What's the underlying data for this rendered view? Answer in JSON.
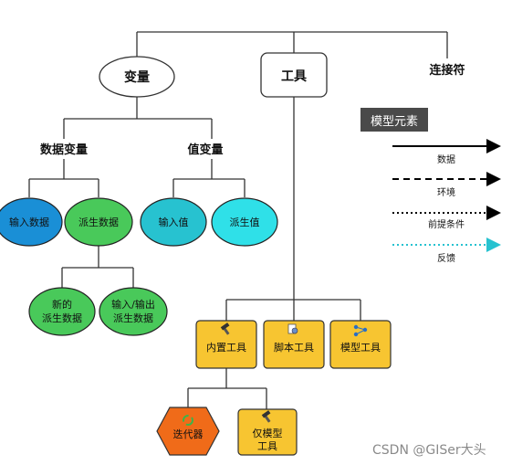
{
  "nodes": {
    "variable": "变量",
    "tool": "工具",
    "connector": "连接符",
    "data_variable": "数据变量",
    "value_variable": "值变量",
    "input_data": "输入数据",
    "derived_data": "派生数据",
    "input_value": "输入值",
    "derived_value": "派生值",
    "new_derived_line1": "新的",
    "new_derived_line2": "派生数据",
    "io_derived_line1": "输入/输出",
    "io_derived_line2": "派生数据",
    "builtin_tool": "内置工具",
    "script_tool": "脚本工具",
    "model_tool": "模型工具",
    "iterator": "迭代器",
    "model_only_line1": "仅模型",
    "model_only_line2": "工具"
  },
  "legend": {
    "badge": "模型元素",
    "items": [
      "数据",
      "环境",
      "前提条件",
      "反馈"
    ]
  },
  "colors": {
    "input_data": "#1a8fd6",
    "derived_data": "#49c95a",
    "value_node": "#27c2d0",
    "derived_value": "#2fe0e8",
    "tool_box": "#f7c531",
    "iterator": "#f06b19",
    "feedback_line": "#27c2d0"
  },
  "icons": {
    "builtin_tool": "hammer-icon",
    "script_tool": "script-gear-icon",
    "model_tool": "model-diagram-icon",
    "iterator": "cycle-arrows-icon",
    "model_only_tool": "hammer-icon"
  },
  "watermark": "CSDN @GISer大头"
}
